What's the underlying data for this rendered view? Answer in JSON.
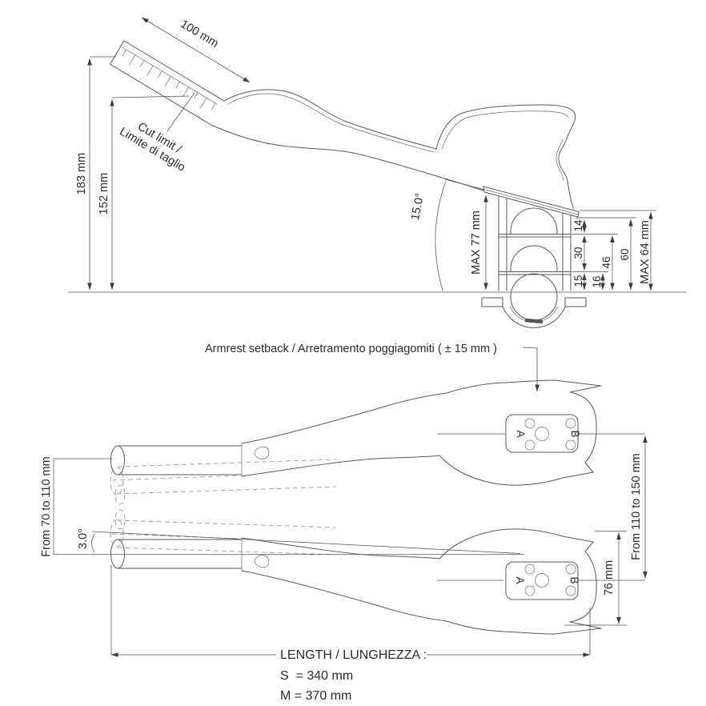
{
  "drawing": {
    "side_view": {
      "ruler_length": "100 mm",
      "cut_limit_en": "Cut limit /",
      "cut_limit_it": "Limite di taglio",
      "height_max": "183 mm",
      "height_cut": "152 mm",
      "armrest_angle": "15.0°",
      "stack_max_front": "MAX 77 mm",
      "spacer_14": "14",
      "spacer_30": "30",
      "spacer_15": "15",
      "spacer_16": "16",
      "spacer_46": "46",
      "spacer_60": "60",
      "stack_max_rear": "MAX 64 mm"
    },
    "setback_label": "Armrest setback / Arretramento poggiagomiti ( ± 15 mm )",
    "top_view": {
      "extension_range": "From 70 to 110 mm",
      "tilt_angle": "3.0°",
      "pad_range": "From 110 to 150 mm",
      "pad_width": "76 mm",
      "position_a": "A",
      "position_b": "B"
    },
    "length_note": {
      "title": "LENGTH / LUNGHEZZA :",
      "size_s": "S  = 340 mm",
      "size_m": "M = 370 mm"
    },
    "colors": {
      "line": "#5a5a5a",
      "text": "#2b2b2b",
      "background": "#ffffff"
    }
  }
}
